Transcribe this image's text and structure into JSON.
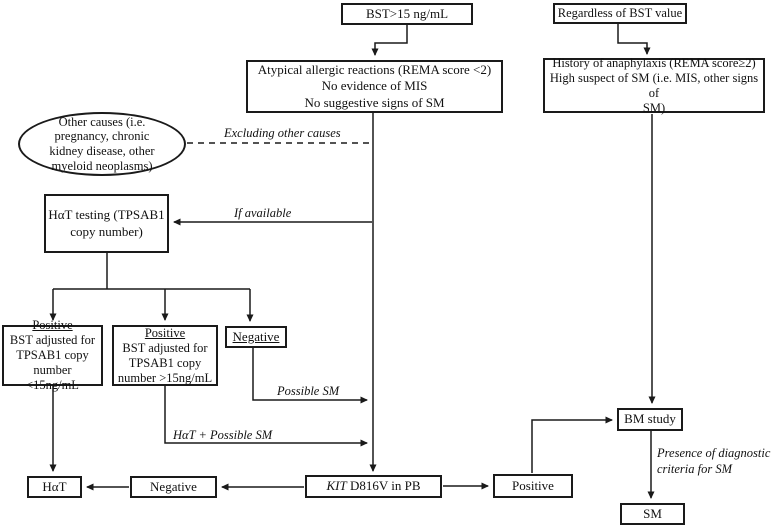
{
  "figure": {
    "type": "flowchart",
    "topic": "Diagnostic algorithm for suspected systemic mastocytosis based on basal serum tryptase (BST)"
  },
  "nodes": {
    "bst": {
      "lines": [
        "BST>15 ng/mL"
      ]
    },
    "regardless": {
      "lines": [
        "Regardless of BST value"
      ]
    },
    "atypical": {
      "lines": [
        "Atypical allergic reactions (REMA score <2)",
        "No evidence of MIS",
        "No suggestive signs of SM"
      ]
    },
    "history": {
      "lines": [
        "History of anaphylaxis (REMA score≥2)",
        "High suspect of SM (i.e. MIS, other signs of",
        "SM)"
      ]
    },
    "other_causes": {
      "lines": [
        "Other causes (i.e.",
        "pregnancy, chronic",
        "kidney disease, other",
        "myeloid neoplasms)"
      ]
    },
    "hat_testing": {
      "lines": [
        "HαT testing (TPSAB1",
        "copy number)"
      ]
    },
    "positive_low": {
      "title": "Positive",
      "lines": [
        "BST adjusted for",
        "TPSAB1 copy",
        "number <15ng/mL"
      ]
    },
    "positive_high": {
      "title": "Positive",
      "lines": [
        "BST adjusted for",
        "TPSAB1 copy",
        "number >15ng/mL"
      ]
    },
    "negative_hat": {
      "title": "Negative"
    },
    "kit": {
      "gene": "KIT",
      "rest": " D816V in PB"
    },
    "negative_kit": {
      "lines": [
        "Negative"
      ]
    },
    "hat_result": {
      "lines": [
        "HαT"
      ]
    },
    "positive_kit": {
      "lines": [
        "Positive"
      ]
    },
    "bm_study": {
      "lines": [
        "BM study"
      ]
    },
    "sm": {
      "lines": [
        "SM"
      ]
    }
  },
  "edge_labels": {
    "excluding": "Excluding other causes",
    "if_available": "If available",
    "possible_sm": "Possible SM",
    "hat_possible_sm": "HαT + Possible SM",
    "presence_line1": "Presence of diagnostic",
    "presence_line2": "criteria for SM"
  },
  "colors": {
    "line": "#1a1a1a",
    "box_border": "#1a1a1a",
    "background": "#ffffff",
    "text": "#111111"
  }
}
